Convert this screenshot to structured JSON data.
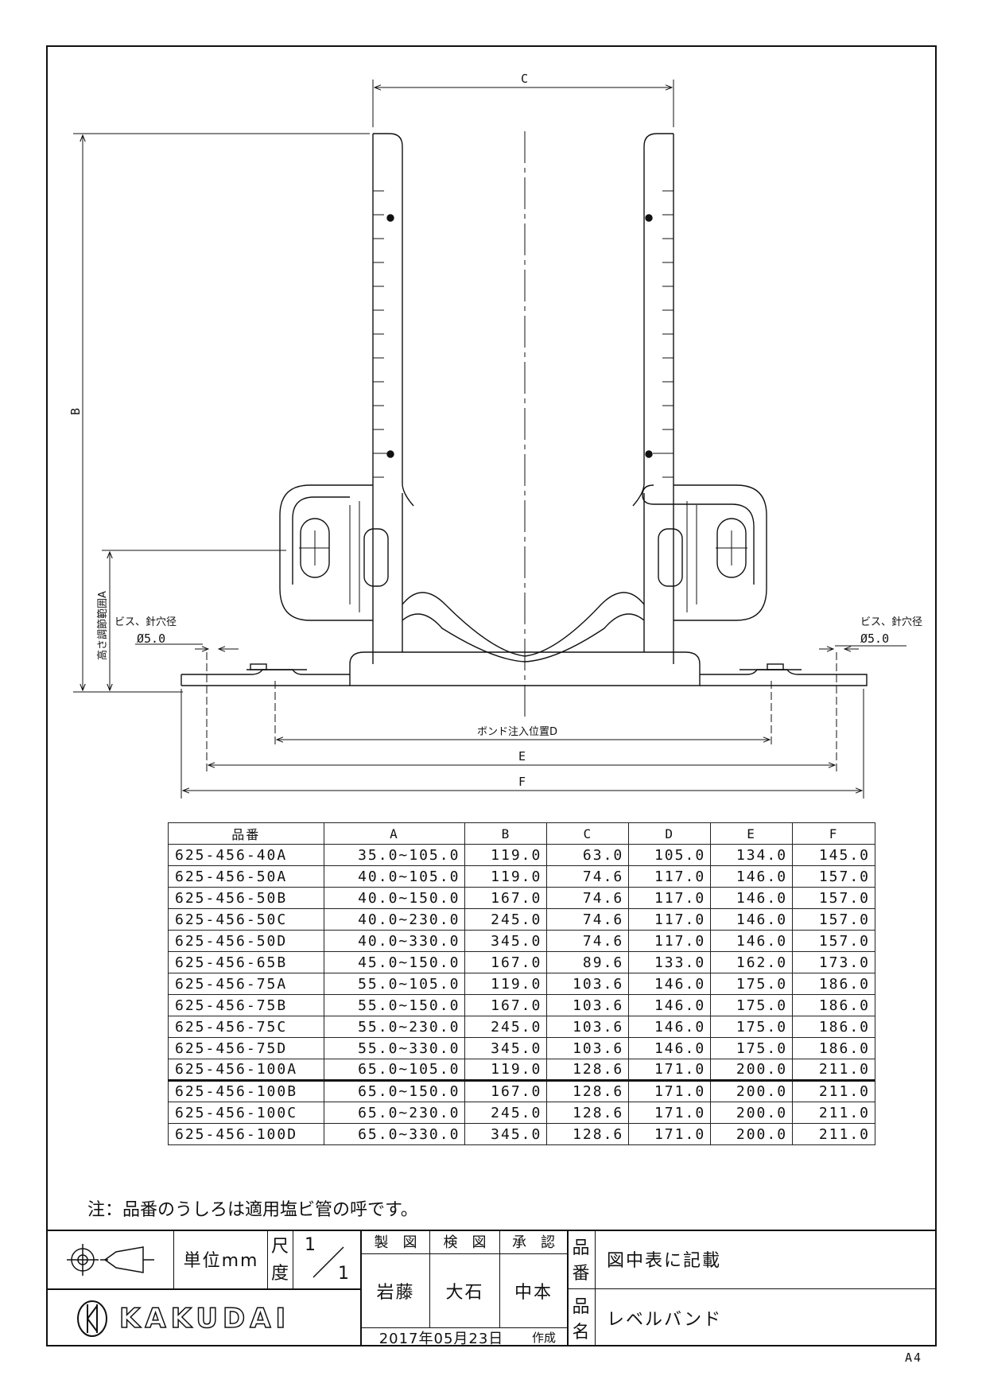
{
  "drawing": {
    "dim_labels": {
      "c": "C",
      "b": "B",
      "a": "高さ調節範囲A",
      "d": "ボンド注入位置D",
      "e": "E",
      "f": "F"
    },
    "screw_note_left": {
      "line1": "ビス、針穴径",
      "line2": "Ø5.0"
    },
    "screw_note_right": {
      "line1": "ビス、針穴径",
      "line2": "Ø5.0"
    }
  },
  "table": {
    "headers": [
      "品番",
      "A",
      "B",
      "C",
      "D",
      "E",
      "F"
    ],
    "rows": [
      [
        "625-456-40A",
        "35.0~105.0",
        "119.0",
        "63.0",
        "105.0",
        "134.0",
        "145.0"
      ],
      [
        "625-456-50A",
        "40.0~105.0",
        "119.0",
        "74.6",
        "117.0",
        "146.0",
        "157.0"
      ],
      [
        "625-456-50B",
        "40.0~150.0",
        "167.0",
        "74.6",
        "117.0",
        "146.0",
        "157.0"
      ],
      [
        "625-456-50C",
        "40.0~230.0",
        "245.0",
        "74.6",
        "117.0",
        "146.0",
        "157.0"
      ],
      [
        "625-456-50D",
        "40.0~330.0",
        "345.0",
        "74.6",
        "117.0",
        "146.0",
        "157.0"
      ],
      [
        "625-456-65B",
        "45.0~150.0",
        "167.0",
        "89.6",
        "133.0",
        "162.0",
        "173.0"
      ],
      [
        "625-456-75A",
        "55.0~105.0",
        "119.0",
        "103.6",
        "146.0",
        "175.0",
        "186.0"
      ],
      [
        "625-456-75B",
        "55.0~150.0",
        "167.0",
        "103.6",
        "146.0",
        "175.0",
        "186.0"
      ],
      [
        "625-456-75C",
        "55.0~230.0",
        "245.0",
        "103.6",
        "146.0",
        "175.0",
        "186.0"
      ],
      [
        "625-456-75D",
        "55.0~330.0",
        "345.0",
        "103.6",
        "146.0",
        "175.0",
        "186.0"
      ],
      [
        "625-456-100A",
        "65.0~105.0",
        "119.0",
        "128.6",
        "171.0",
        "200.0",
        "211.0"
      ],
      [
        "625-456-100B",
        "65.0~150.0",
        "167.0",
        "128.6",
        "171.0",
        "200.0",
        "211.0"
      ],
      [
        "625-456-100C",
        "65.0~230.0",
        "245.0",
        "128.6",
        "171.0",
        "200.0",
        "211.0"
      ],
      [
        "625-456-100D",
        "65.0~330.0",
        "345.0",
        "128.6",
        "171.0",
        "200.0",
        "211.0"
      ]
    ]
  },
  "note": "注：品番のうしろは適用塩ビ管の呼です。",
  "title_block": {
    "unit": "単位mm",
    "scale_label_1": "尺",
    "scale_label_2": "度",
    "scale_num": "1",
    "scale_den": "1",
    "drawn_label": "製　図",
    "checked_label": "検　図",
    "approved_label": "承　認",
    "drawn_by": "岩藤",
    "checked_by": "大石",
    "approved_by": "中本",
    "part_no_label_1": "品",
    "part_no_label_2": "番",
    "part_no_value": "図中表に記載",
    "part_name_label_1": "品",
    "part_name_label_2": "名",
    "part_name_value": "レベルバンド",
    "date": "2017年05月23日",
    "created_label": "作成",
    "brand": "KAKUDAI"
  },
  "sheet_size": "A4"
}
